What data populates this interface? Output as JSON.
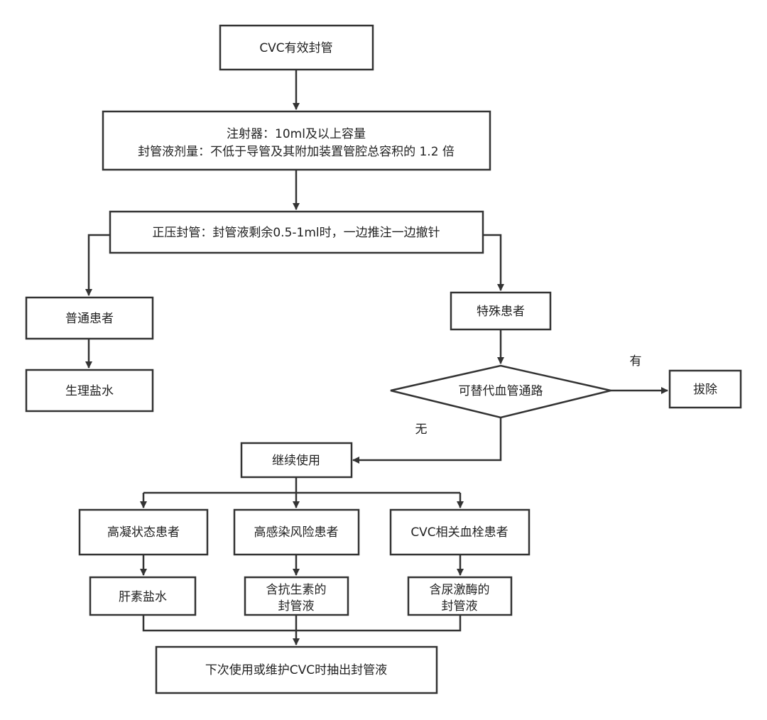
{
  "nodes": {
    "cvc_seal": "CVC有效封管",
    "syringe_line1": "注射器：10ml及以上容量",
    "syringe_line2": "封管液剂量：不低于导管及其附加装置管腔总容积的 1.2 倍",
    "positive_pressure": "正压封管：封管液剩余0.5-1ml时，一边推注一边撤针",
    "normal_patient": "普通患者",
    "saline": "生理盐水",
    "special_patient": "特殊患者",
    "alt_access": "可替代血管通路",
    "remove": "拔除",
    "continue_use": "继续使用",
    "hypercoag": "高凝状态患者",
    "infection_risk": "高感染风险患者",
    "cvc_thrombus": "CVC相关血栓患者",
    "heparin_saline": "肝素盐水",
    "antibiotic_line1": "含抗生素的",
    "antibiotic_line2": "封管液",
    "urokinase_line1": "含尿激酶的",
    "urokinase_line2": "封管液",
    "withdraw": "下次使用或维护CVC时抽出封管液"
  },
  "edge_labels": {
    "yes": "有",
    "no": "无"
  }
}
